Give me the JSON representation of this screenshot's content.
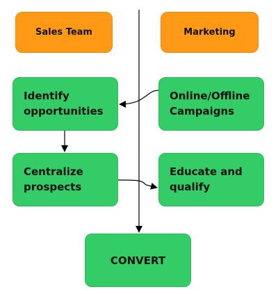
{
  "colors": {
    "header_fill": "#FF9916",
    "header_border": "#E8890C",
    "step_fill": "#33CC66",
    "step_border": "#2EB85C",
    "line": "#000000",
    "text": "#111111"
  },
  "headers": {
    "sales": "Sales Team",
    "marketing": "Marketing"
  },
  "steps": {
    "identify": "Identify\nopportunities",
    "campaigns": "Online/Offline\nCampaigns",
    "centralize": "Centralize\nprospects",
    "educate": "Educate and\nqualify",
    "convert": "CONVERT"
  }
}
